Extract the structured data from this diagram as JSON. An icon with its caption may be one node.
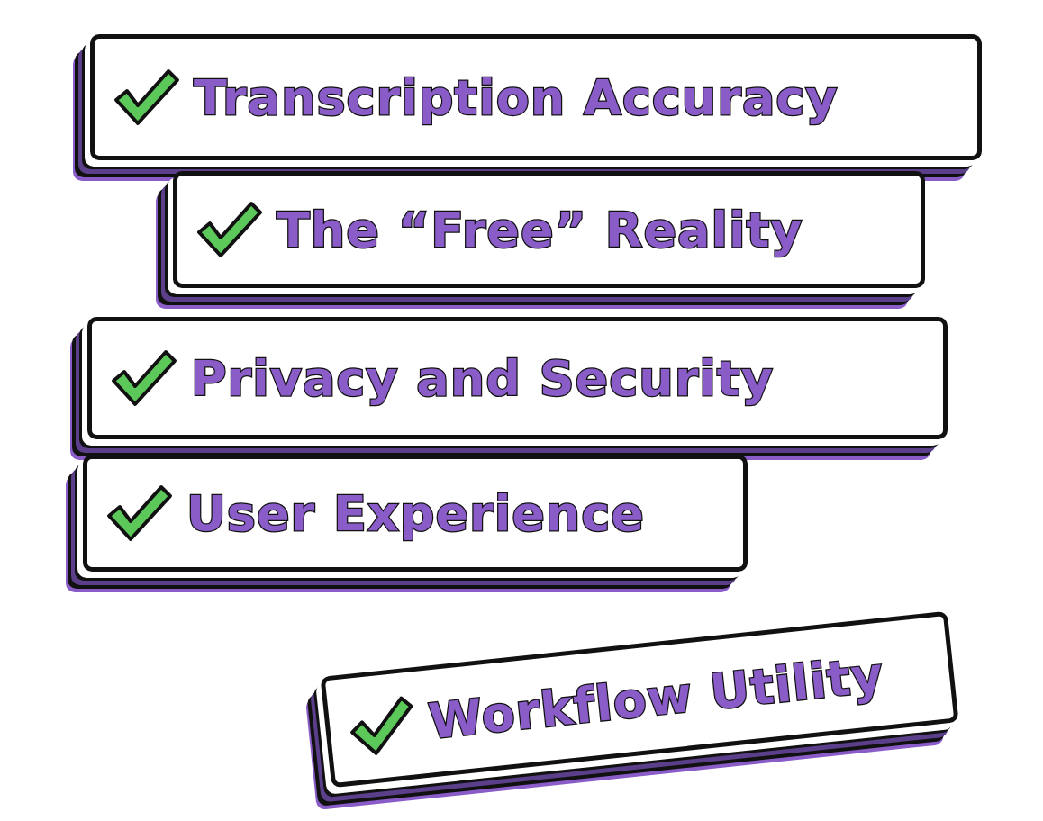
{
  "diagram": {
    "nodes": [
      {
        "text": [
          "Transcription Accuracy"
        ]
      },
      {
        "text": [
          "The “Free” Reality"
        ]
      },
      {
        "text": [
          "Privacy and Security"
        ]
      },
      {
        "text": [
          "User Experience"
        ]
      },
      {
        "text": [
          "Workflow Utility"
        ]
      }
    ]
  }
}
